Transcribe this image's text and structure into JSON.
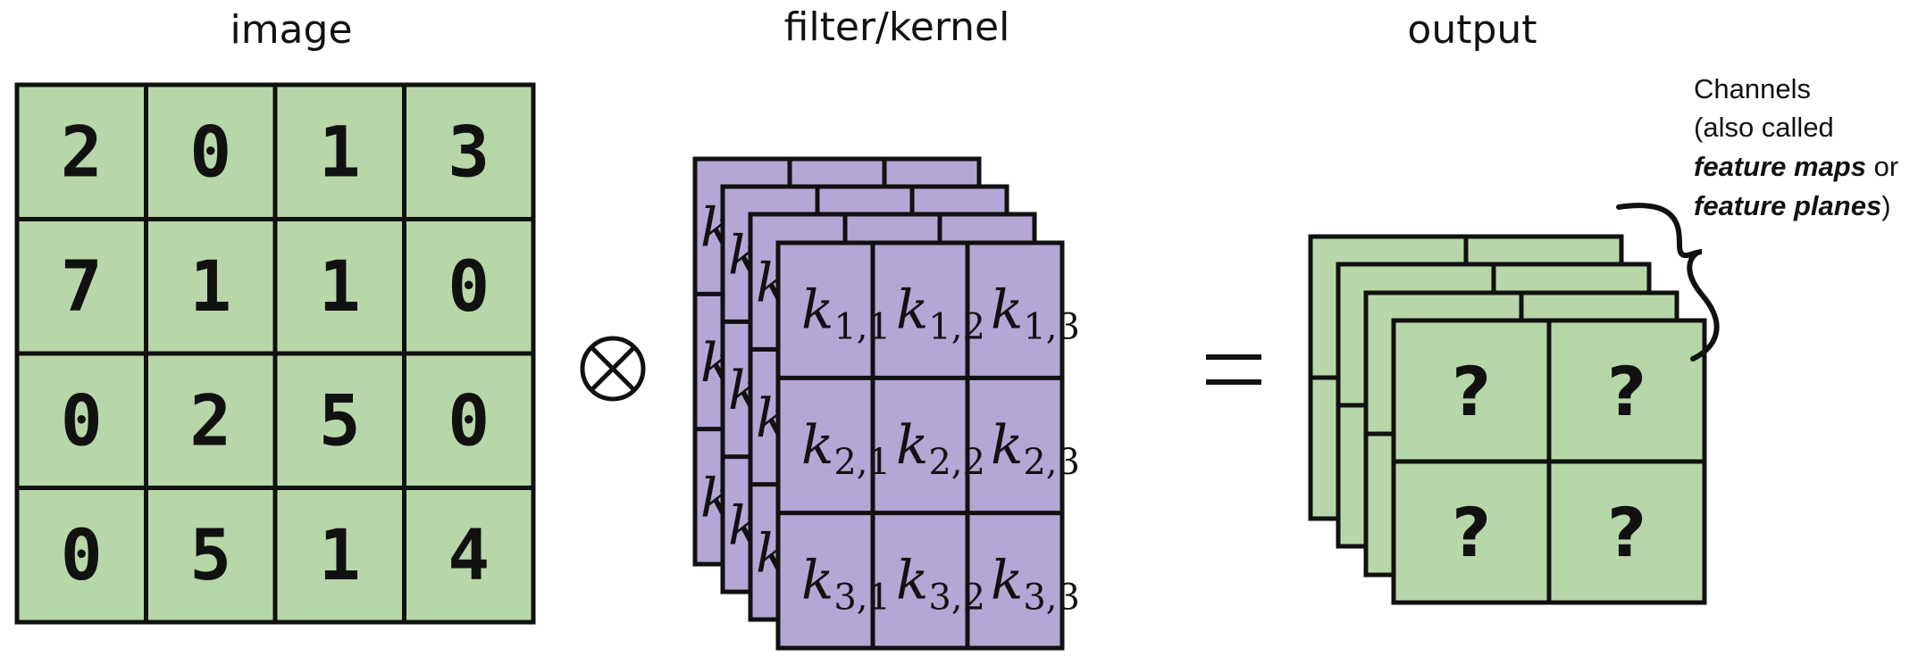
{
  "titles": {
    "image": "image",
    "filter": "filter/kernel",
    "output": "output"
  },
  "image_matrix": [
    [
      "2",
      "0",
      "1",
      "3"
    ],
    [
      "7",
      "1",
      "1",
      "0"
    ],
    [
      "0",
      "2",
      "5",
      "0"
    ],
    [
      "0",
      "5",
      "1",
      "4"
    ]
  ],
  "kernel": [
    [
      {
        "k": "k",
        "sub": "1,1"
      },
      {
        "k": "k",
        "sub": "1,2"
      },
      {
        "k": "k",
        "sub": "1,3"
      }
    ],
    [
      {
        "k": "k",
        "sub": "2,1"
      },
      {
        "k": "k",
        "sub": "2,2"
      },
      {
        "k": "k",
        "sub": "2,3"
      }
    ],
    [
      {
        "k": "k",
        "sub": "3,1"
      },
      {
        "k": "k",
        "sub": "3,2"
      },
      {
        "k": "k",
        "sub": "3,3"
      }
    ]
  ],
  "output_matrix": [
    [
      "?",
      "?"
    ],
    [
      "?",
      "?"
    ]
  ],
  "operators": {
    "convolve": "⊗",
    "equals": "="
  },
  "annotation": {
    "line1": "Channels",
    "line2": "(also called",
    "line3_bold": "feature maps",
    "line3_rest": " or",
    "line4_bold": "feature planes",
    "line4_rest": ")"
  },
  "colors": {
    "green": "#b7d7a8",
    "purple": "#b4a7d6",
    "stroke": "#111111"
  }
}
